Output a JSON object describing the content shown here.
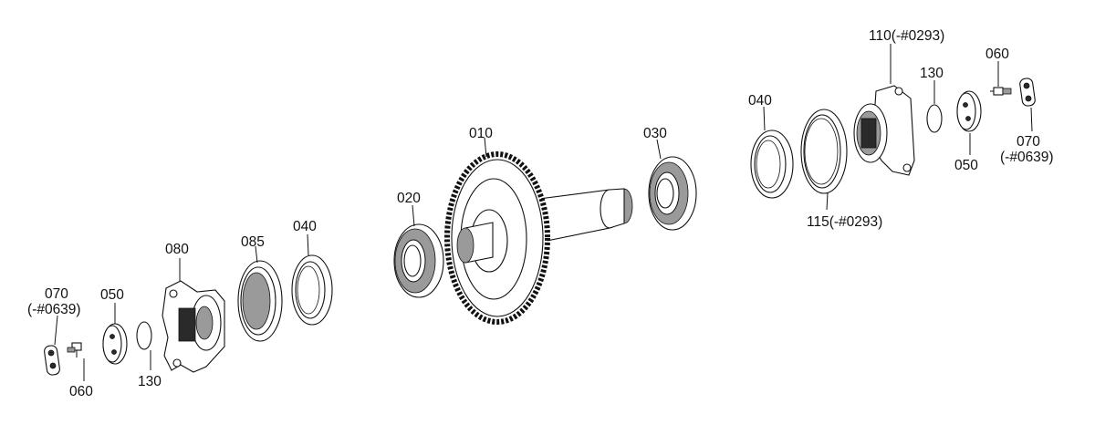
{
  "diagram": {
    "labels": {
      "l010": "010",
      "l020": "020",
      "l030": "030",
      "l040_left": "040",
      "l040_right": "040",
      "l050_left": "050",
      "l050_right": "050",
      "l060_left": "060",
      "l060_right": "060",
      "l070_left_a": "070",
      "l070_left_b": "(-#0639)",
      "l070_right_a": "070",
      "l070_right_b": "(-#0639)",
      "l080": "080",
      "l085": "085",
      "l110": "110(-#0293)",
      "l115": "115(-#0293)",
      "l130_left": "130",
      "l130_right": "130"
    }
  }
}
